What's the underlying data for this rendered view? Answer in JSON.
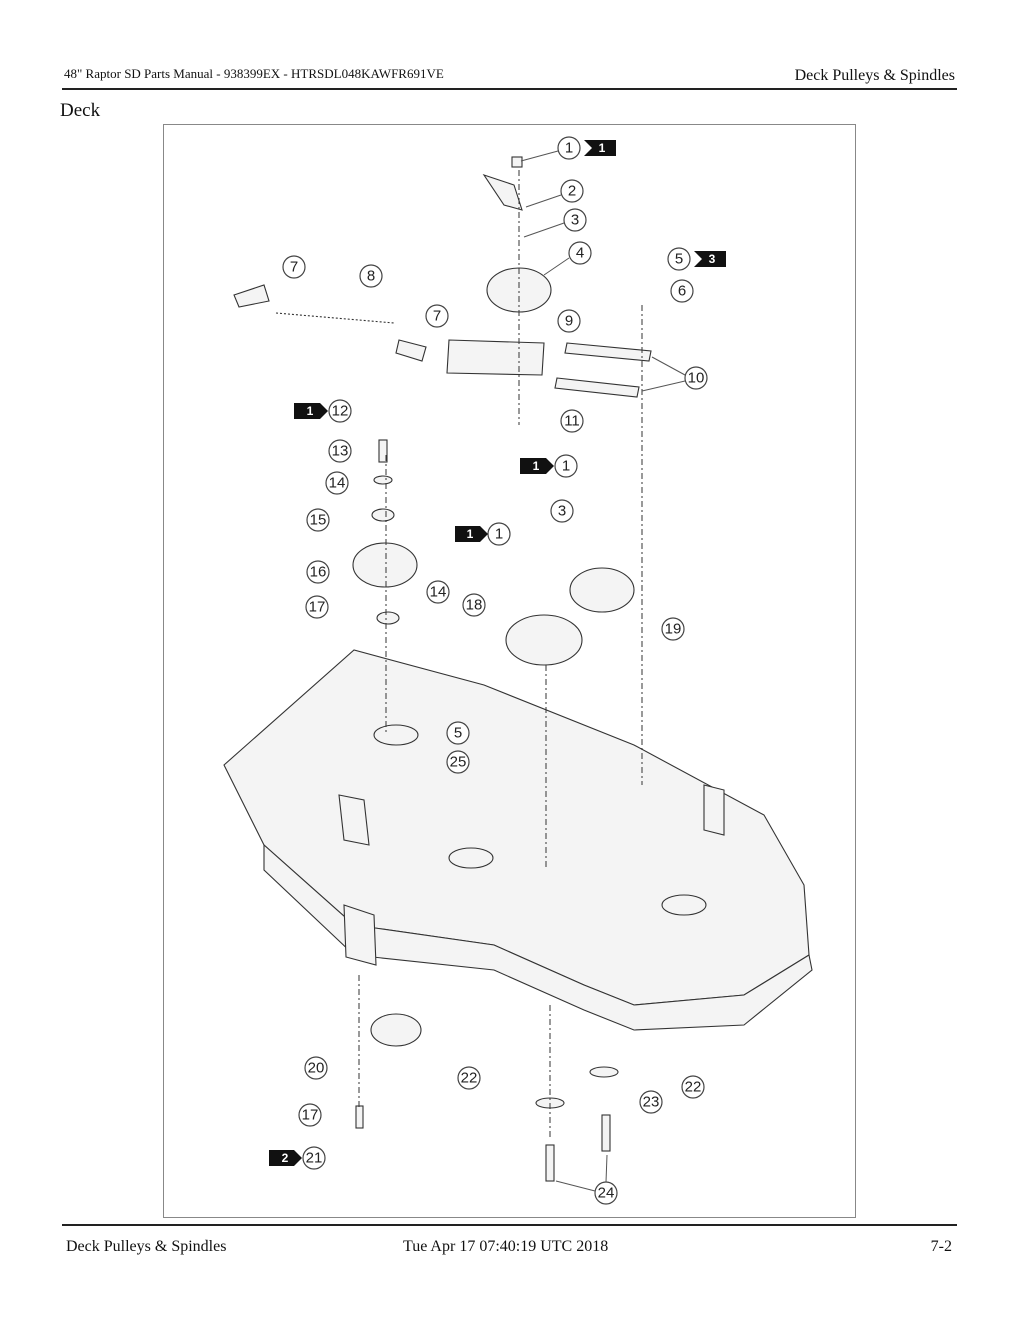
{
  "header": {
    "left": "48\" Raptor SD Parts Manual - 938399EX - HTRSDL048KAWFR691VE",
    "right": "Deck Pulleys & Spindles"
  },
  "section_title": "Deck",
  "figure": {
    "callouts": [
      "1",
      "2",
      "3",
      "4",
      "5",
      "6",
      "7",
      "7",
      "8",
      "9",
      "10",
      "11",
      "12",
      "13",
      "14",
      "14",
      "15",
      "16",
      "17",
      "1",
      "3",
      "1",
      "18",
      "19",
      "5",
      "25",
      "20",
      "17",
      "21",
      "22",
      "22",
      "23",
      "24"
    ],
    "tags": [
      "1",
      "3",
      "1",
      "1",
      "1",
      "2"
    ]
  },
  "footer": {
    "left": "Deck Pulleys & Spindles",
    "center": "Tue Apr 17 07:40:19 UTC 2018",
    "right": "7-2"
  }
}
